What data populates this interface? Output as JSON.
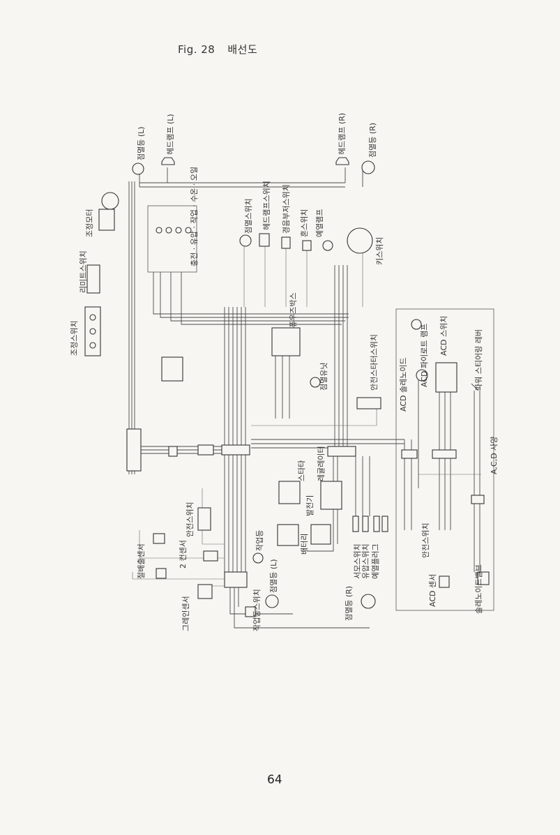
{
  "header": {
    "fig_label": "Fig. 28",
    "title": "배선도"
  },
  "page_number": "64",
  "components": {
    "work_light_left": "점멸등 (L)",
    "headlamp_left": "헤드램프 (L)",
    "headlamp_right": "헤드램프 (R)",
    "work_light_right": "점멸등 (R)",
    "control_motor": "조정모터",
    "limit_switch": "리미트스위치",
    "adjust_switch": "조정스위치",
    "indicator_cluster": "충전 · 유압 · 작업 · 수온 · 오일",
    "flasher_switch": "점멸스위치",
    "headlamp_switch": "헤드램프스위치",
    "hazard_switch": "경음부저스위치",
    "horn_switch": "혼스위치",
    "preheat_lamp": "예열램프",
    "key_switch": "키스위치",
    "fuse_box": "퓨우즈박스",
    "safety_starter_switch": "안전스타터스위치",
    "flasher_unit": "점멸유닛",
    "acd_solenoid": "ACD 솔레노이드",
    "acd_pilot_lamp": "ACD 파이로트 램프",
    "acd_switch": "ACD 스위치",
    "power_steering": "파워 스티어링 레버",
    "acd_spec": "A,C,D 사양",
    "starter": "스타타",
    "regulator": "레귤레이터",
    "generator": "발전기",
    "battery": "배터리",
    "safety_switch": "안전스위치",
    "buzzer": "2 컨센서",
    "fuel_sender": "절배출센서",
    "glow_sensor": "그레인센서",
    "work_lamp": "작업등",
    "work_lamp_switch": "작업등스위치",
    "work_light_l_bottom": "점멸등 (L)",
    "thermo_switch": "서모스위치",
    "oil_pressure_switch": "유압스위치",
    "glow_plug": "예열플러그",
    "work_light_r_bottom": "점멸등 (R)",
    "acd_sensor": "ACD 센서",
    "safety_switch_acd": "안전스위치",
    "solenoid_valve": "솔레노이드밸브"
  },
  "colors": {
    "paper": "#f7f6f2",
    "ink": "#333333"
  }
}
